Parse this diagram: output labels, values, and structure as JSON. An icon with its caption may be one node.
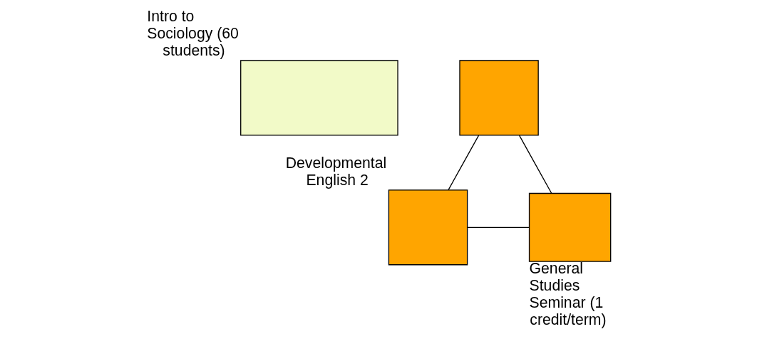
{
  "diagram": {
    "nodes": [
      {
        "text": [],
        "shape": "box",
        "beside": [
          "Intro to Sociology (60 students)"
        ]
      },
      {
        "text": [],
        "shape": "box"
      },
      {
        "text": [],
        "shape": "box",
        "beside": [
          "Developmental English 2"
        ]
      },
      {
        "text": [],
        "shape": "box",
        "beside": [
          "General Studies Seminar (1 credit/term)"
        ]
      }
    ],
    "edges": [
      {
        "from": 1,
        "to": 3,
        "arrow": "none"
      },
      {
        "from": 1,
        "to": 2,
        "arrow": "none"
      },
      {
        "from": 2,
        "to": 3,
        "arrow": "none"
      }
    ]
  }
}
